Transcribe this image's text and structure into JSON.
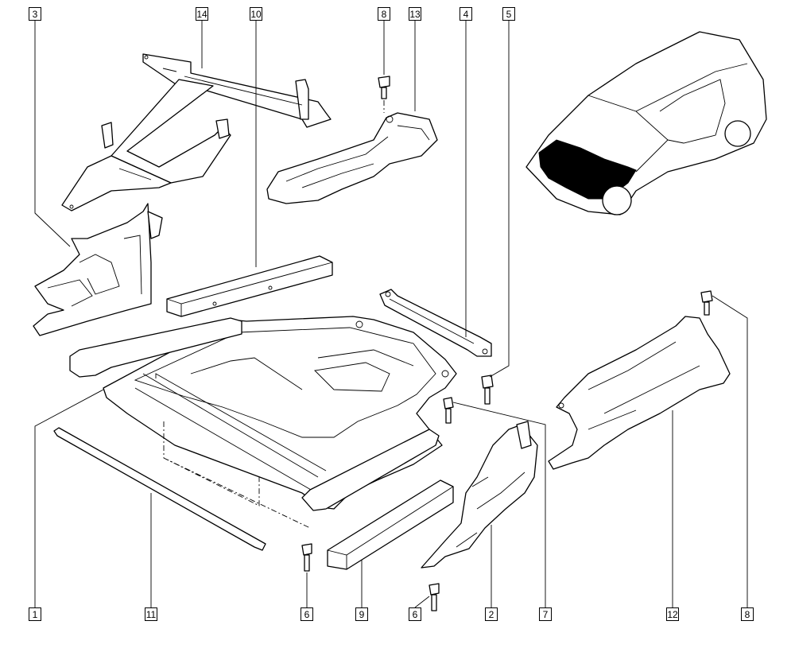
{
  "callouts": {
    "top": [
      "3",
      "14",
      "10",
      "8",
      "13",
      "4",
      "5"
    ],
    "bottom": [
      "1",
      "11",
      "6",
      "9",
      "6",
      "2",
      "7",
      "12",
      "8"
    ]
  },
  "colors": {
    "line": "#000000",
    "background": "#ffffff"
  }
}
